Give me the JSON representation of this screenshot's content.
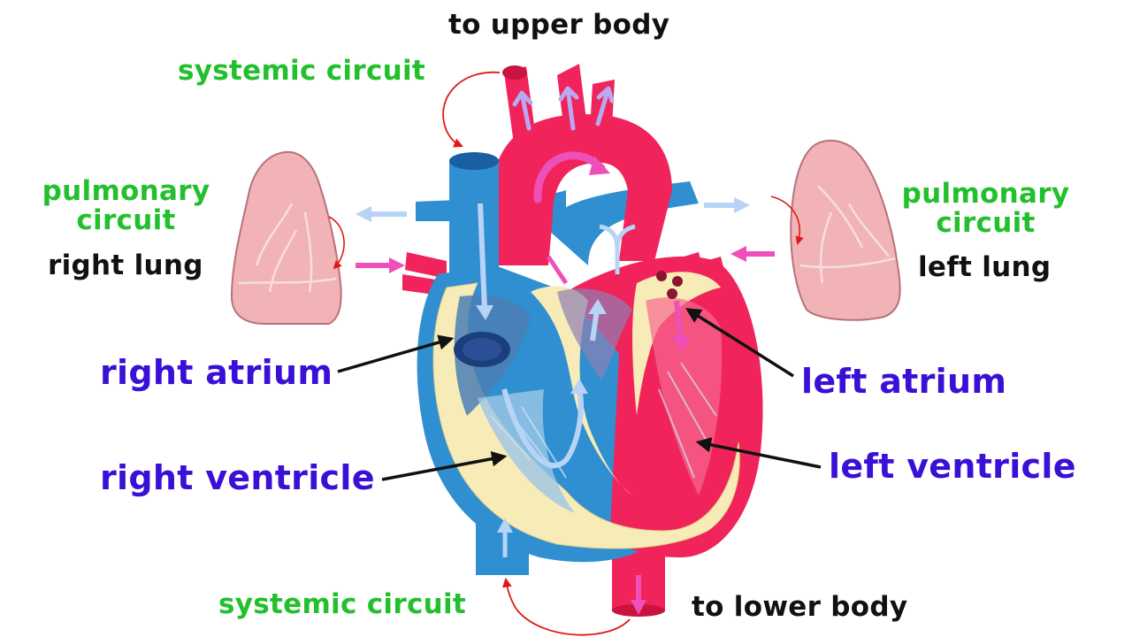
{
  "labels": {
    "upper_body": "to upper body",
    "lower_body": "to lower body",
    "systemic_top": "systemic circuit",
    "systemic_bottom": "systemic circuit",
    "pulmonary_left_1": "pulmonary",
    "pulmonary_left_2": "circuit",
    "pulmonary_right_1": "pulmonary",
    "pulmonary_right_2": "circuit",
    "right_lung": "right lung",
    "left_lung": "left lung",
    "right_atrium": "right atrium",
    "right_ventricle": "right ventricle",
    "left_atrium": "left atrium",
    "left_ventricle": "left ventricle"
  },
  "colors": {
    "systemic_label": "#22c02c",
    "chamber_label": "#3a10d6",
    "caption_label": "#111111",
    "oxygenated_blood": "#f0235a",
    "deoxygenated_blood": "#2f8fd0",
    "heart_wall": "#f7ebb7",
    "lung": "#f2b3b6",
    "flow_arrow_red": "#ee4fb8",
    "flow_arrow_blue": "#b7d3f5"
  }
}
